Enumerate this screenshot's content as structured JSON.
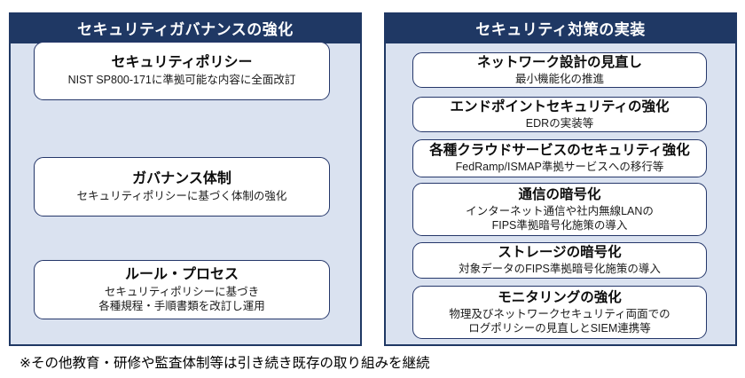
{
  "colors": {
    "page_bg": "#ffffff",
    "header_bg": "#1f3864",
    "header_text": "#ffffff",
    "panel_bg": "#dae2f0",
    "panel_border": "#1f3864",
    "box_bg": "#ffffff",
    "box_border": "#25376a",
    "text": "#111111"
  },
  "left_panel": {
    "title": "セキュリティガバナンスの強化",
    "boxes": [
      {
        "title": "セキュリティポリシー",
        "lines": [
          "NIST SP800-171に準拠可能な内容に全面改訂"
        ]
      },
      {
        "title": "ガバナンス体制",
        "lines": [
          "セキュリティポリシーに基づく体制の強化"
        ]
      },
      {
        "title": "ルール・プロセス",
        "lines": [
          "セキュリティポリシーに基づき",
          "各種規程・手順書類を改訂し運用"
        ]
      }
    ]
  },
  "right_panel": {
    "title": "セキュリティ対策の実装",
    "boxes": [
      {
        "title": "ネットワーク設計の見直し",
        "lines": [
          "最小機能化の推進"
        ]
      },
      {
        "title": "エンドポイントセキュリティの強化",
        "lines": [
          "EDRの実装等"
        ]
      },
      {
        "title": "各種クラウドサービスのセキュリティ強化",
        "lines": [
          "FedRamp/ISMAP準拠サービスへの移行等"
        ]
      },
      {
        "title": "通信の暗号化",
        "lines": [
          "インターネット通信や社内無線LANの",
          "FIPS準拠暗号化施策の導入"
        ]
      },
      {
        "title": "ストレージの暗号化",
        "lines": [
          "対象データのFIPS準拠暗号化施策の導入"
        ]
      },
      {
        "title": "モニタリングの強化",
        "lines": [
          "物理及びネットワークセキュリティ両面での",
          "ログポリシーの見直しとSIEM連携等"
        ]
      }
    ]
  },
  "footer": {
    "note": "※その他教育・研修や監査体制等は引き続き既存の取り組みを継続"
  }
}
